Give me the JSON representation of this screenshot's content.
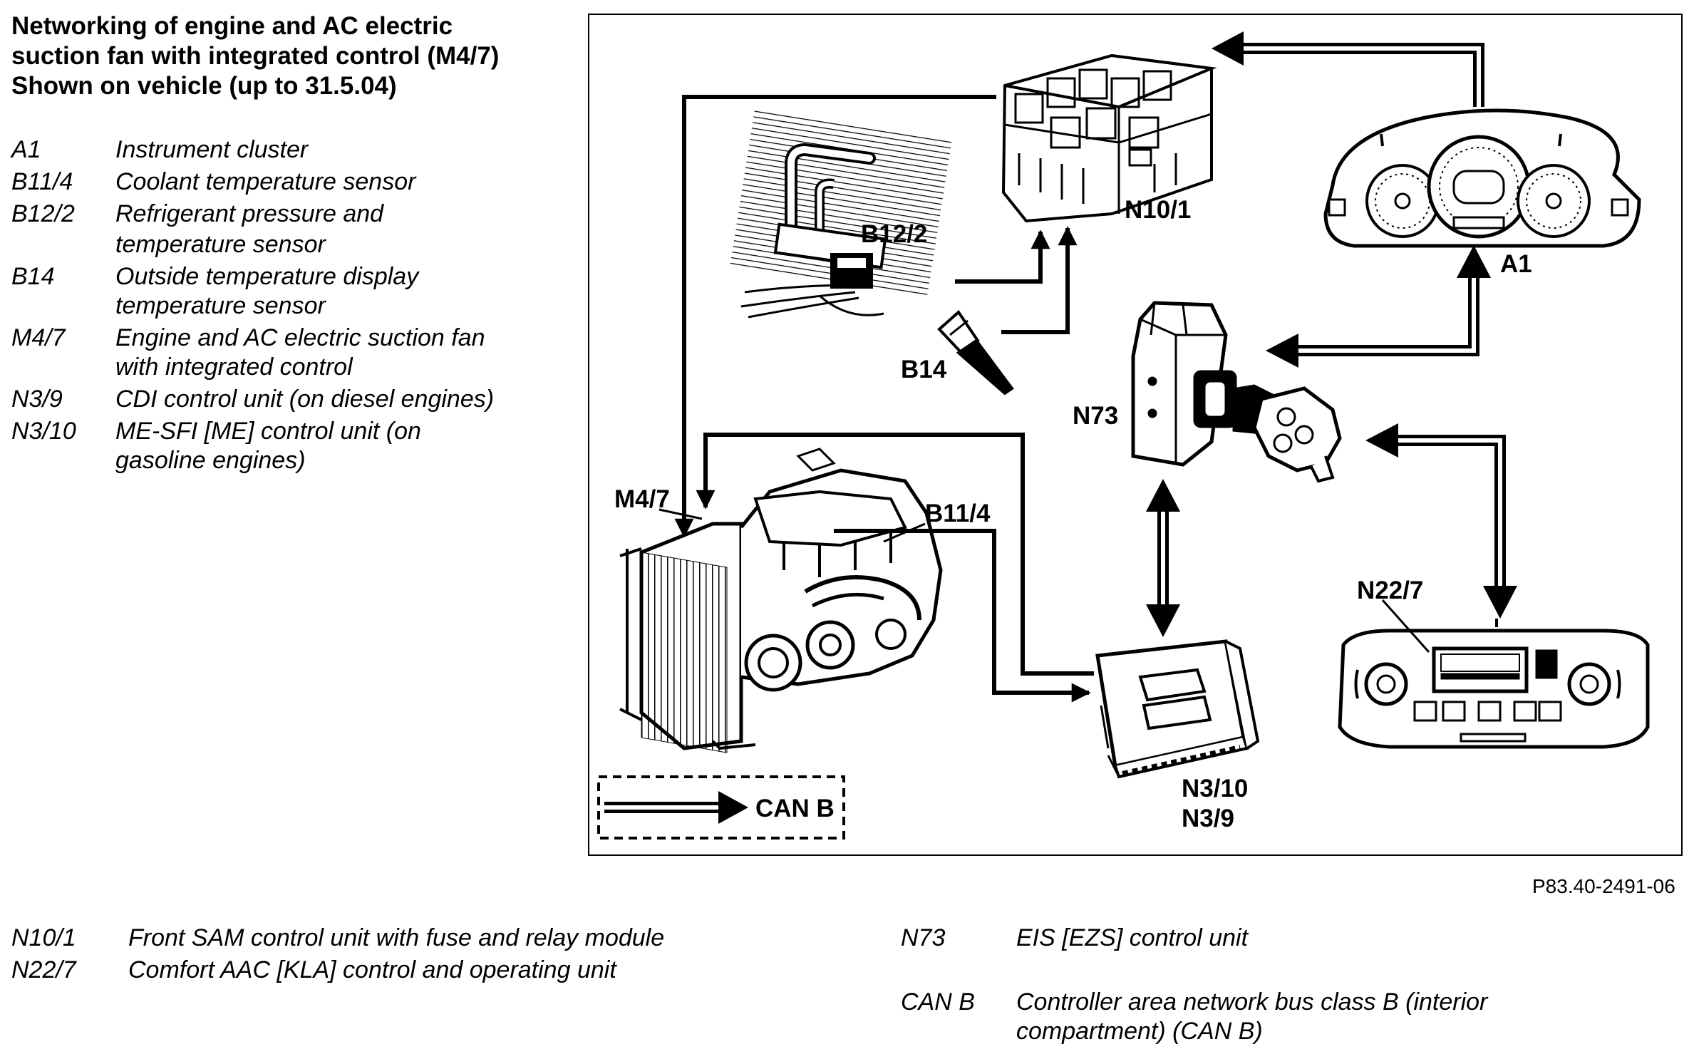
{
  "title": {
    "lines": [
      "Networking of engine and AC electric",
      "suction fan with integrated control (M4/7)",
      "Shown on vehicle (up to 31.5.04)"
    ]
  },
  "legend_top": [
    {
      "code": "A1",
      "lines": [
        "Instrument cluster"
      ]
    },
    {
      "code": "B11/4",
      "lines": [
        "Coolant temperature sensor"
      ]
    },
    {
      "code": "B12/2",
      "lines": [
        "Refrigerant pressure and",
        "temperature sensor"
      ]
    },
    {
      "code": "B14",
      "lines": [
        "Outside temperature display",
        "temperature sensor"
      ]
    },
    {
      "code": "M4/7",
      "lines": [
        "Engine and AC electric suction fan",
        "with integrated control"
      ]
    },
    {
      "code": "N3/9",
      "lines": [
        "CDI control unit (on diesel engines)"
      ]
    },
    {
      "code": "N3/10",
      "lines": [
        "ME-SFI [ME] control unit (on",
        "gasoline engines)"
      ]
    }
  ],
  "legend_bottom_left": [
    {
      "code": "N10/1",
      "lines": [
        "Front SAM control unit with fuse and relay module"
      ]
    },
    {
      "code": "N22/7",
      "lines": [
        "Comfort AAC [KLA] control and operating unit"
      ]
    }
  ],
  "legend_bottom_right": [
    {
      "code": "N73",
      "lines": [
        "EIS [EZS] control unit"
      ]
    },
    {
      "code": "CAN B",
      "lines": [
        "Controller area network bus class B (interior",
        "compartment) (CAN B)"
      ]
    }
  ],
  "diagram": {
    "labels": {
      "n10_1": "N10/1",
      "b12_2": "B12/2",
      "a1": "A1",
      "b14": "B14",
      "n73": "N73",
      "m4_7": "M4/7",
      "b11_4": "B11/4",
      "n22_7": "N22/7",
      "n3_10": "N3/10",
      "n3_9": "N3/9",
      "can_b": "CAN B"
    }
  },
  "figure_id": "P83.40-2491-06"
}
